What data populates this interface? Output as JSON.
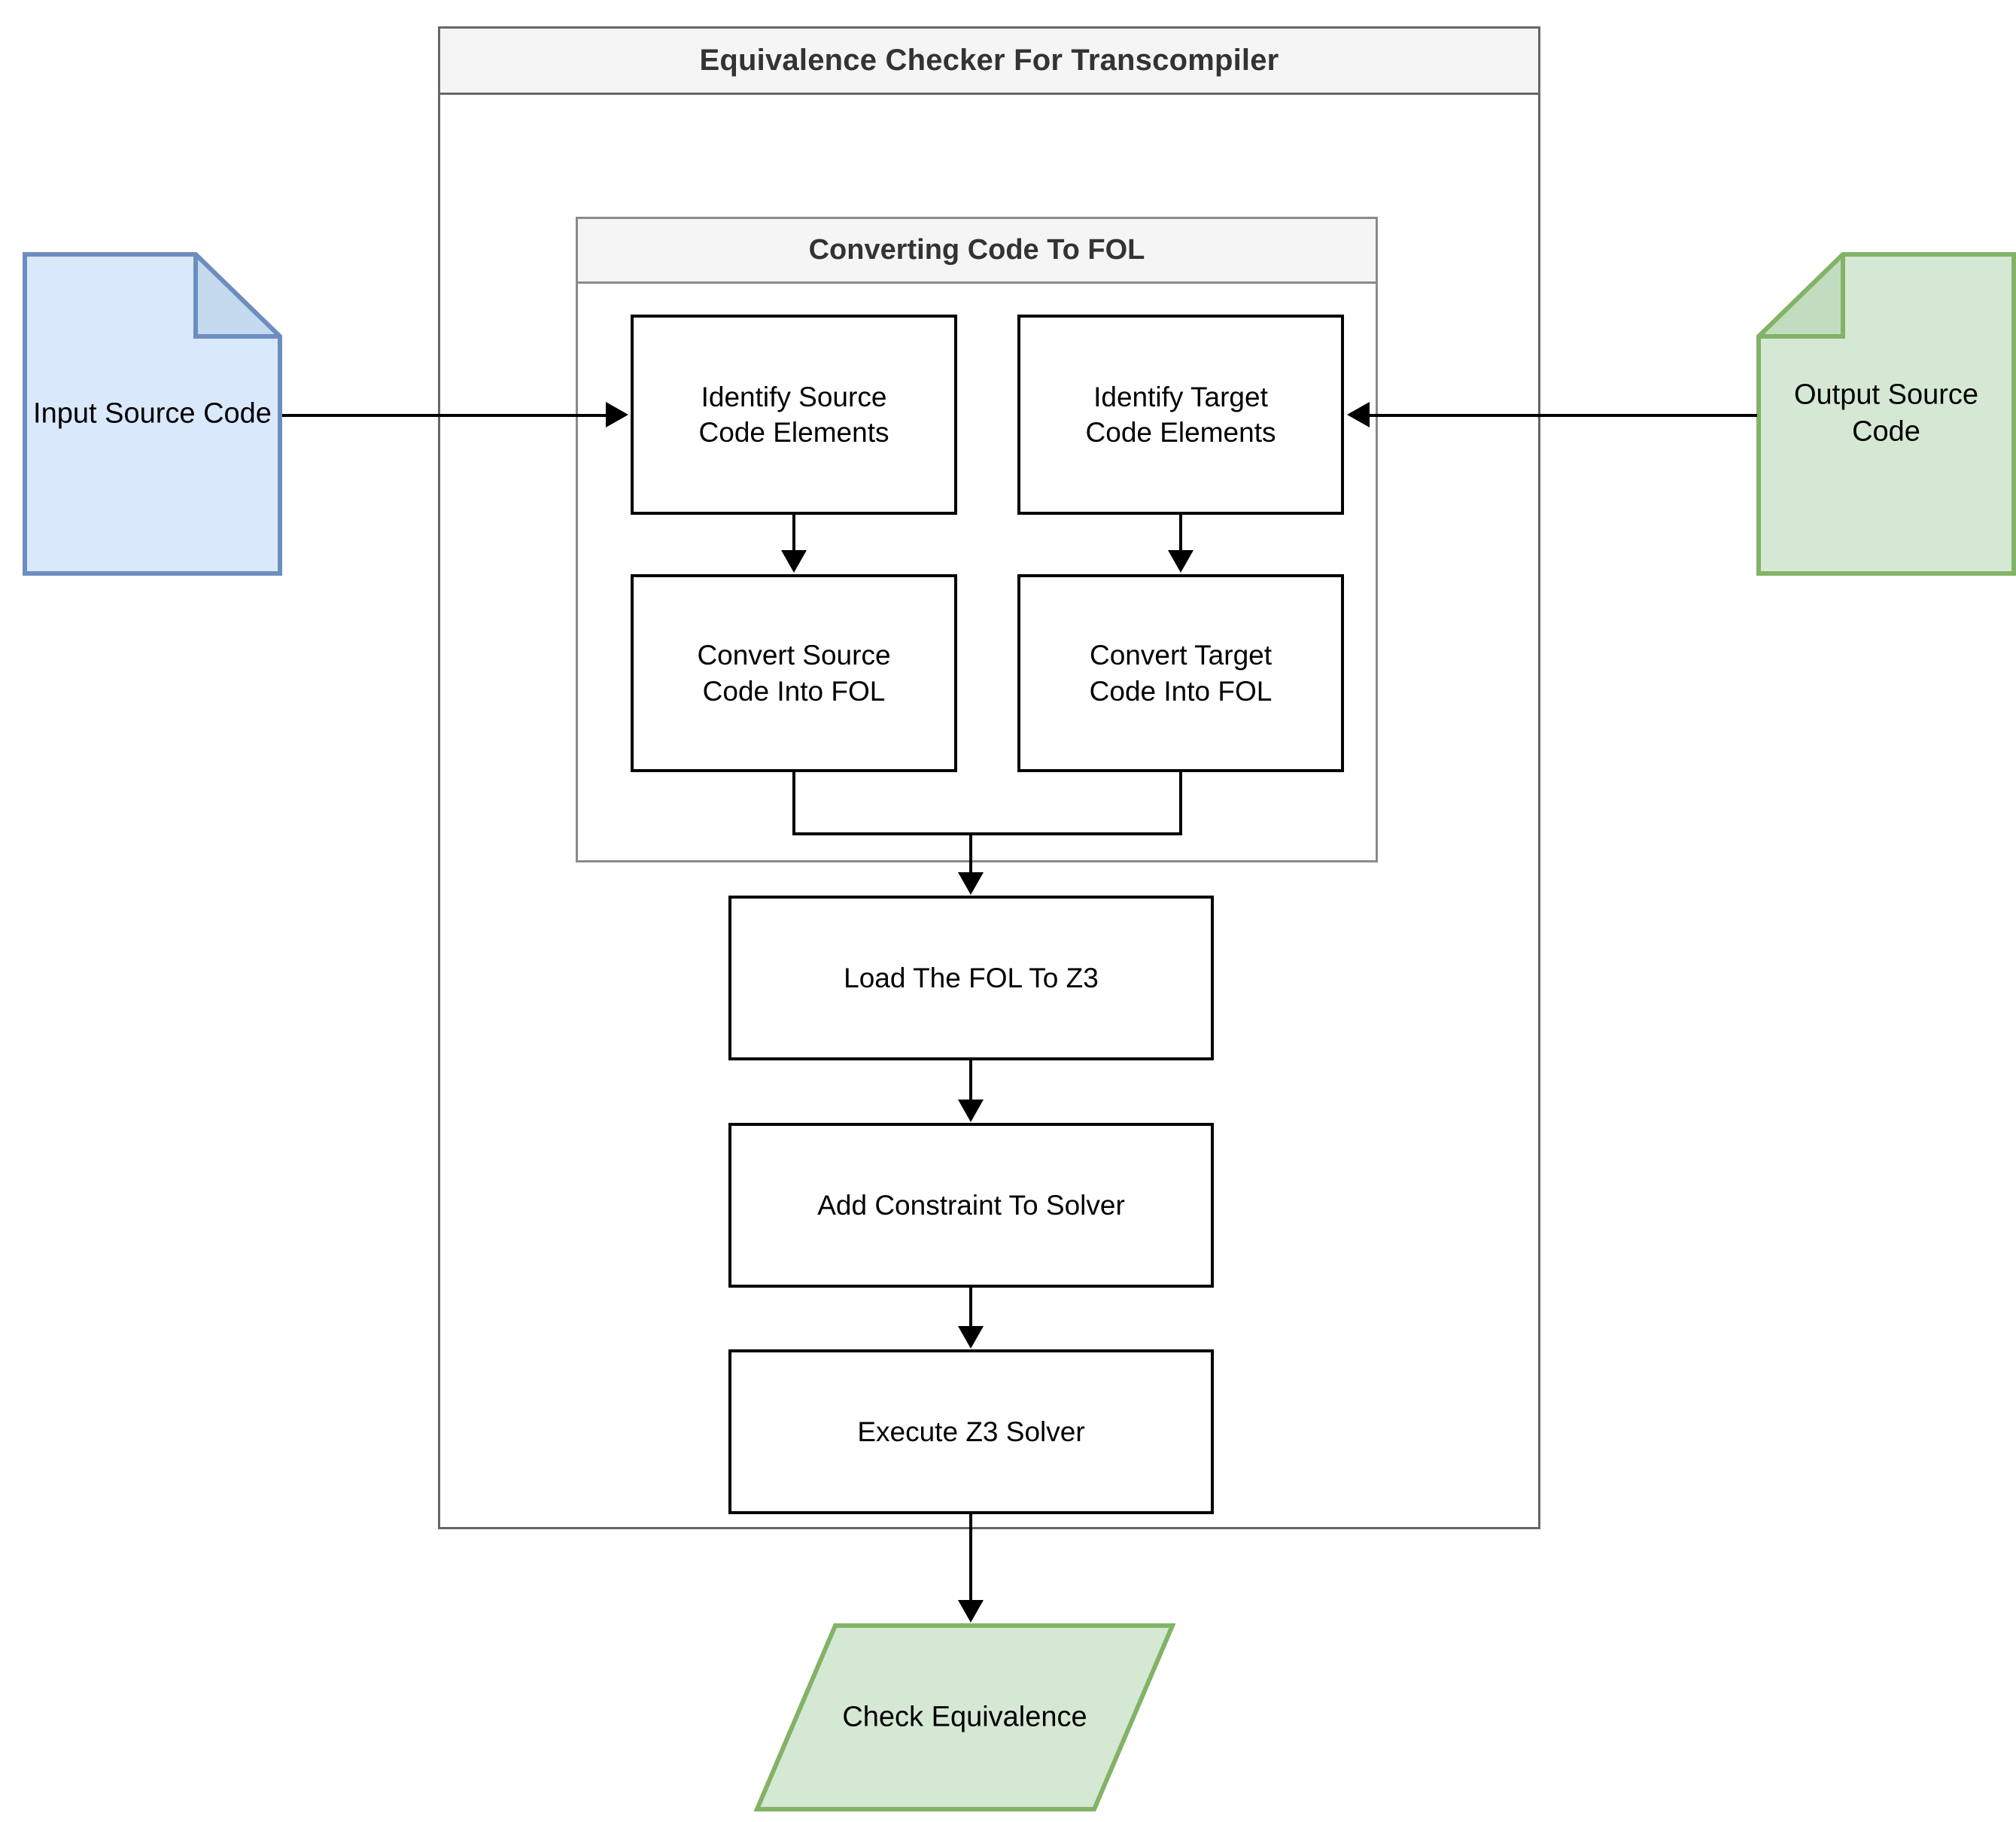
{
  "diagram": {
    "title": "Equivalence Checker For Transcompiler",
    "outer_container": {
      "title": "Equivalence Checker For Transcompiler"
    },
    "inner_container": {
      "title": "Converting Code To FOL"
    },
    "nodes": {
      "input_source_code": {
        "label": "Input Source Code",
        "line1": "Input Source",
        "line2": "Code",
        "shape": "document",
        "fill": "#dae8fc",
        "stroke": "#6c8ebf"
      },
      "output_source_code": {
        "label": "Output Source Code",
        "line1": "Output Source",
        "line2": "Code",
        "shape": "document",
        "fill": "#d5e8d4",
        "stroke": "#82b366"
      },
      "identify_source": {
        "line1": "Identify Source",
        "line2": "Code Elements",
        "shape": "process",
        "fill": "#ffffff",
        "stroke": "#000000"
      },
      "identify_target": {
        "line1": "Identify Target",
        "line2": "Code Elements",
        "shape": "process",
        "fill": "#ffffff",
        "stroke": "#000000"
      },
      "convert_source": {
        "line1": "Convert Source",
        "line2": "Code Into FOL",
        "shape": "process",
        "fill": "#ffffff",
        "stroke": "#000000"
      },
      "convert_target": {
        "line1": "Convert Target",
        "line2": "Code Into FOL",
        "shape": "process",
        "fill": "#ffffff",
        "stroke": "#000000"
      },
      "load_fol": {
        "label": "Load The FOL To Z3",
        "shape": "process",
        "fill": "#ffffff",
        "stroke": "#000000"
      },
      "add_constraint": {
        "label": "Add Constraint To Solver",
        "shape": "process",
        "fill": "#ffffff",
        "stroke": "#000000"
      },
      "execute_z3": {
        "label": "Execute Z3 Solver",
        "shape": "process",
        "fill": "#ffffff",
        "stroke": "#000000"
      },
      "check_equivalence": {
        "label": "Check Equivalence",
        "shape": "parallelogram",
        "fill": "#d5e8d4",
        "stroke": "#82b366"
      }
    },
    "edges": [
      {
        "from": "input_source_code",
        "to": "identify_source",
        "direction": "right"
      },
      {
        "from": "output_source_code",
        "to": "identify_target",
        "direction": "left"
      },
      {
        "from": "identify_source",
        "to": "convert_source",
        "direction": "down"
      },
      {
        "from": "identify_target",
        "to": "convert_target",
        "direction": "down"
      },
      {
        "from": "convert_source",
        "to": "load_fol",
        "direction": "down"
      },
      {
        "from": "convert_target",
        "to": "load_fol",
        "direction": "down"
      },
      {
        "from": "load_fol",
        "to": "add_constraint",
        "direction": "down"
      },
      {
        "from": "add_constraint",
        "to": "execute_z3",
        "direction": "down"
      },
      {
        "from": "execute_z3",
        "to": "check_equivalence",
        "direction": "down"
      }
    ],
    "colors": {
      "background": "#ffffff",
      "container_header_fill": "#f5f5f5",
      "container_border": "#666666",
      "inner_border": "#8a8a8a",
      "edge": "#000000",
      "blue_fill": "#dae8fc",
      "blue_stroke": "#6c8ebf",
      "green_fill": "#d5e8d4",
      "green_stroke": "#82b366"
    }
  }
}
